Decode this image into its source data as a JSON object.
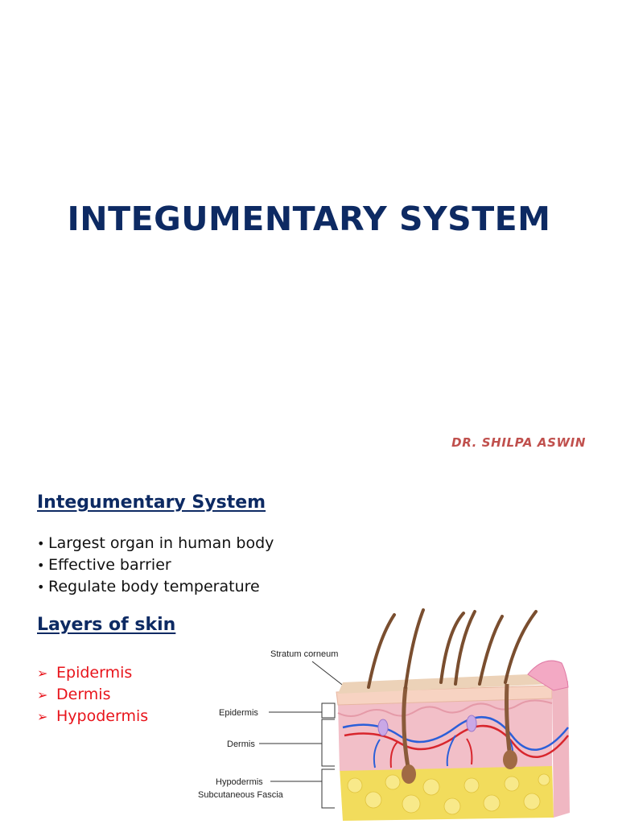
{
  "slide1": {
    "title": "INTEGUMENTARY SYSTEM",
    "author": "DR. SHILPA ASWIN"
  },
  "slide2": {
    "heading": "Integumentary System",
    "bullets": [
      "Largest organ in human body",
      "Effective barrier",
      "Regulate body temperature"
    ],
    "layers_heading": "Layers of skin",
    "layers": [
      "Epidermis",
      "Dermis",
      "Hypodermis"
    ],
    "diagram_labels": {
      "stratum": "Stratum corneum",
      "epidermis": "Epidermis",
      "dermis": "Dermis",
      "hypodermis": "Hypodermis",
      "fascia": "Subcutaneous Fascia"
    }
  },
  "colors": {
    "navy": "#0d2a63",
    "author": "#c0504d",
    "layer_red": "#e8141b"
  },
  "icons": {
    "bullet": "bullet-dot-icon",
    "arrow": "arrow-bullet-icon"
  }
}
